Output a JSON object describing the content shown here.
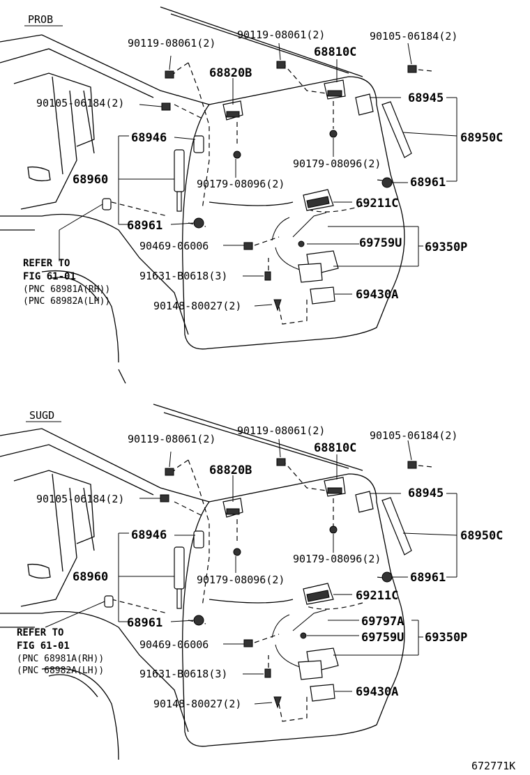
{
  "figure_code": "672771K",
  "panels": [
    {
      "variant": "PROB",
      "ref_lines": [
        "REFER TO",
        "FIG 61-01",
        "(PNC 68981A(RH))",
        "(PNC 68982A(LH))"
      ],
      "labels": {
        "bolt_top_left": "90119-08061(2)",
        "bolt_top_mid": "90119-08061(2)",
        "bolt_top_right": "90105-06184(2)",
        "bolt_left": "90105-06184(2)",
        "hinge_left": "68820B",
        "hinge_right": "68810C",
        "stay_bracket_left": "68946",
        "stay_bracket_right": "68945",
        "stay_left": "68960",
        "stay_right_assy": "68950C",
        "stay_ball_left": "68961",
        "stay_ball_right": "68961",
        "clip_left": "90179-08096(2)",
        "clip_right": "90179-08096(2)",
        "handle": "69211C",
        "cable": "",
        "rod": "69759U",
        "lock_assy": "69350P",
        "nut": "90469-06006",
        "screw_lock": "91631-B0618(3)",
        "screw_handle": "90148-80027(2)",
        "striker": "69430A"
      }
    },
    {
      "variant": "SUGD",
      "ref_lines": [
        "REFER TO",
        "FIG 61-01",
        "(PNC 68981A(RH))",
        "(PNC 68982A(LH))"
      ],
      "labels": {
        "bolt_top_left": "90119-08061(2)",
        "bolt_top_mid": "90119-08061(2)",
        "bolt_top_right": "90105-06184(2)",
        "bolt_left": "90105-06184(2)",
        "hinge_left": "68820B",
        "hinge_right": "68810C",
        "stay_bracket_left": "68946",
        "stay_bracket_right": "68945",
        "stay_left": "68960",
        "stay_right_assy": "68950C",
        "stay_ball_left": "68961",
        "stay_ball_right": "68961",
        "clip_left": "90179-08096(2)",
        "clip_right": "90179-08096(2)",
        "handle": "69211C",
        "cable": "69797A",
        "rod": "69759U",
        "lock_assy": "69350P",
        "nut": "90469-06006",
        "screw_lock": "91631-B0618(3)",
        "screw_handle": "90148-80027(2)",
        "striker": "69430A"
      }
    }
  ]
}
